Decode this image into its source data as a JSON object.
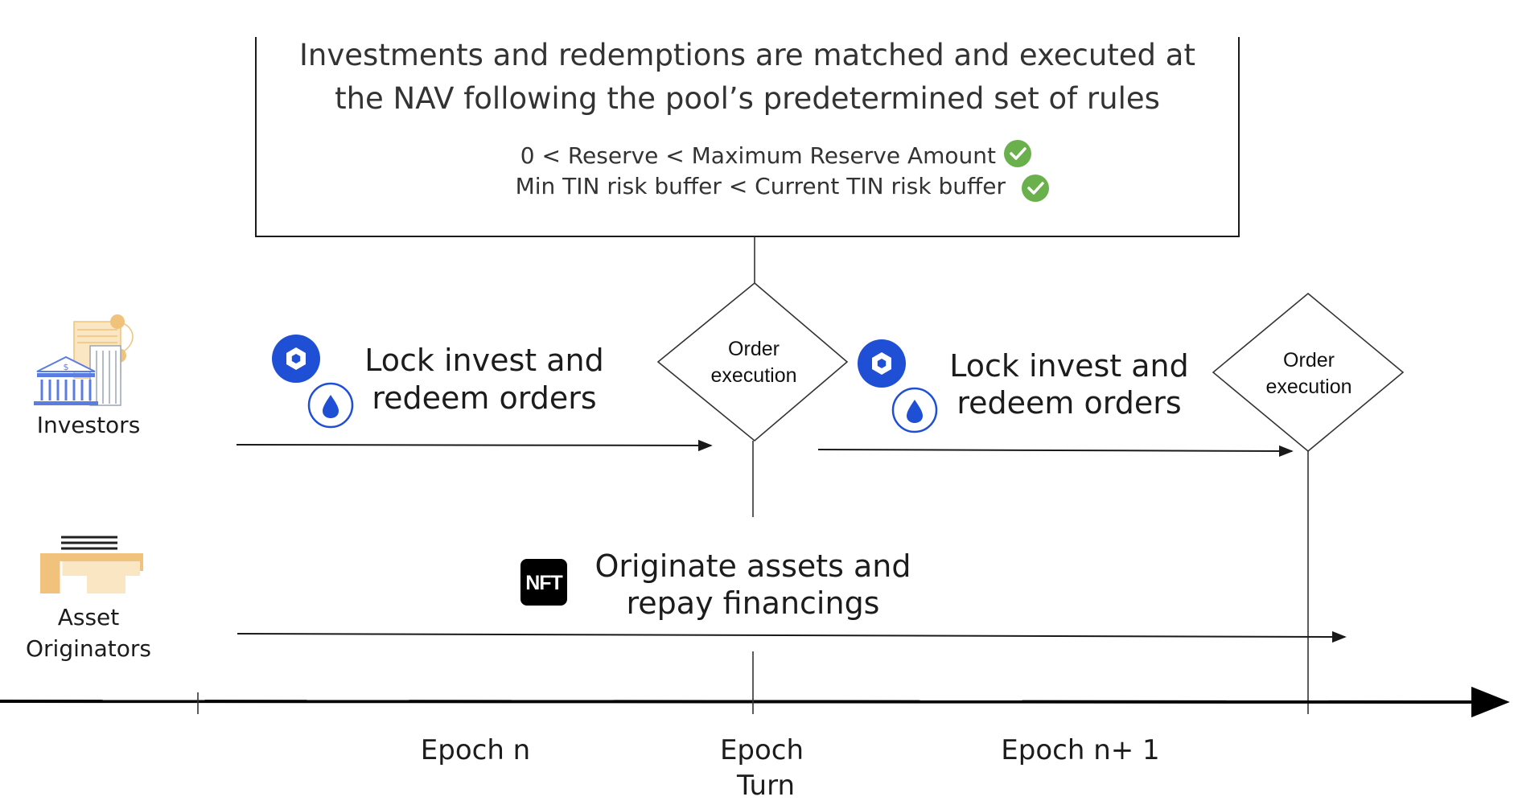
{
  "rules_box": {
    "title_line1": "Investments and redemptions are matched and executed at",
    "title_line2": "the NAV following the pool’s predetermined set of rules",
    "rule1": "0 < Reserve < Maximum Reserve Amount",
    "rule2": "Min TIN risk buffer < Current TIN risk buffer"
  },
  "actors": {
    "investors": "Investors",
    "asset_originators_line1": "Asset",
    "asset_originators_line2": "Originators"
  },
  "lanes": {
    "epoch_n_label_line1": "Lock invest and",
    "epoch_n_label_line2": "redeem orders",
    "epoch_n1_label_line1": "Lock invest and",
    "epoch_n1_label_line2": "redeem orders",
    "originators_label_line1": "Originate assets and",
    "originators_label_line2": "repay financings",
    "nft_badge": "NFT"
  },
  "decisions": {
    "first_line1": "Order",
    "first_line2": "execution",
    "second_line1": "Order",
    "second_line2": "execution"
  },
  "timeline": {
    "epoch_n": "Epoch n",
    "epoch_turn_line1": "Epoch",
    "epoch_turn_line2": "Turn",
    "epoch_n_plus_1": "Epoch n+ 1"
  },
  "colors": {
    "check_green": "#6ab04c",
    "token_blue": "#1e4fd4",
    "icon_gold": "#f0c27b",
    "icon_blue": "#5b7de0",
    "line": "#1a1a1a"
  },
  "icons": {
    "investors": "bank-building-icon",
    "originators": "storefront-icon",
    "token_a": "hexagon-token-icon",
    "token_b": "droplet-token-icon",
    "check": "check-circle-icon"
  }
}
